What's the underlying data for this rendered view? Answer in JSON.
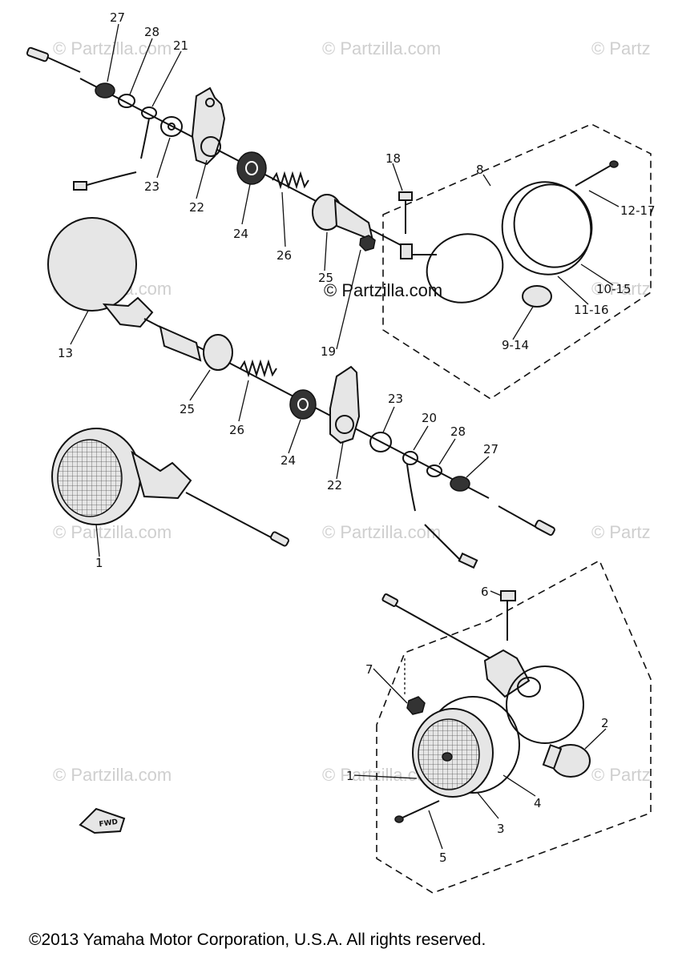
{
  "watermarks": {
    "text": "© Partzilla.com",
    "short": "© Partz",
    "center": "© Partzilla.com"
  },
  "labels": {
    "p1_front": "1",
    "p1_rear": "1",
    "p2": "2",
    "p3": "3",
    "p4": "4",
    "p5": "5",
    "p6": "6",
    "p7": "7",
    "p8": "8",
    "p9_14": "9-14",
    "p10_15": "10-15",
    "p11_16": "11-16",
    "p12_17": "12-17",
    "p13": "13",
    "p18": "18",
    "p19": "19",
    "p20": "20",
    "p21": "21",
    "p22_top": "22",
    "p22_bottom": "22",
    "p23_top": "23",
    "p23_bottom": "23",
    "p24_top": "24",
    "p24_bottom": "24",
    "p25_top": "25",
    "p25_bottom": "25",
    "p26_top": "26",
    "p26_bottom": "26",
    "p27_top": "27",
    "p27_bottom": "27",
    "p28_top": "28",
    "p28_bottom": "28"
  },
  "fwd_badge": "FWD",
  "copyright": "©2013 Yamaha Motor Corporation, U.S.A. All rights reserved."
}
